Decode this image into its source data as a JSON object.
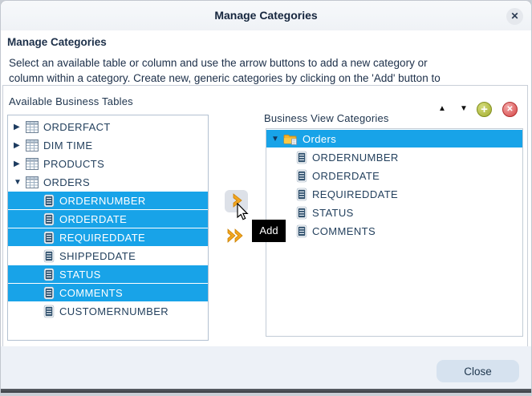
{
  "dialog": {
    "title": "Manage Categories"
  },
  "intro": {
    "heading": "Manage Categories",
    "description_line1": "Select an available table or column and use the arrow buttons to add a new category or",
    "description_line2": "column within a category. Create new, generic categories by clicking on the 'Add' button to"
  },
  "left_panel": {
    "label": "Available Business Tables",
    "tree": [
      {
        "label": "ORDERFACT",
        "type": "table",
        "expanded": false,
        "selected": false,
        "level": 0
      },
      {
        "label": "DIM TIME",
        "type": "table",
        "expanded": false,
        "selected": false,
        "level": 0
      },
      {
        "label": "PRODUCTS",
        "type": "table",
        "expanded": false,
        "selected": false,
        "level": 0
      },
      {
        "label": "ORDERS",
        "type": "table",
        "expanded": true,
        "selected": false,
        "level": 0
      },
      {
        "label": "ORDERNUMBER",
        "type": "column",
        "selected": true,
        "level": 1
      },
      {
        "label": "ORDERDATE",
        "type": "column",
        "selected": true,
        "level": 1
      },
      {
        "label": "REQUIREDDATE",
        "type": "column",
        "selected": true,
        "level": 1
      },
      {
        "label": "SHIPPEDDATE",
        "type": "column",
        "selected": false,
        "level": 1
      },
      {
        "label": "STATUS",
        "type": "column",
        "selected": true,
        "level": 1
      },
      {
        "label": "COMMENTS",
        "type": "column",
        "selected": true,
        "level": 1
      },
      {
        "label": "CUSTOMERNUMBER",
        "type": "column",
        "selected": false,
        "level": 1
      }
    ]
  },
  "right_panel": {
    "label": "Business View Categories",
    "tree": [
      {
        "label": "Orders",
        "type": "category",
        "expanded": true,
        "selected": true,
        "level": 0
      },
      {
        "label": "ORDERNUMBER",
        "type": "column",
        "selected": false,
        "level": 1
      },
      {
        "label": "ORDERDATE",
        "type": "column",
        "selected": false,
        "level": 1
      },
      {
        "label": "REQUIREDDATE",
        "type": "column",
        "selected": false,
        "level": 1
      },
      {
        "label": "STATUS",
        "type": "column",
        "selected": false,
        "level": 1
      },
      {
        "label": "COMMENTS",
        "type": "column",
        "selected": false,
        "level": 1
      }
    ]
  },
  "transfer": {
    "add_tooltip": "Add"
  },
  "footer": {
    "close_label": "Close"
  },
  "icons": {
    "close": "✕",
    "collapse": "▼",
    "expand": "▶",
    "move_up": "▲",
    "move_down": "▼",
    "add_category": "+",
    "remove_category": "✕",
    "move_selected": "single-chevron-right",
    "move_all": "double-chevron-right",
    "table": "table-grid",
    "column": "column-list",
    "category": "folder"
  },
  "colors": {
    "selection_blue": "#18a3e8",
    "gold_arrow": "#f2a51e",
    "add_green": "#a3ad2e",
    "remove_red": "#d54545",
    "titlebar_bg": "#f3f5f8",
    "footer_bg": "#edf1f7",
    "text_navy": "#21374f"
  }
}
